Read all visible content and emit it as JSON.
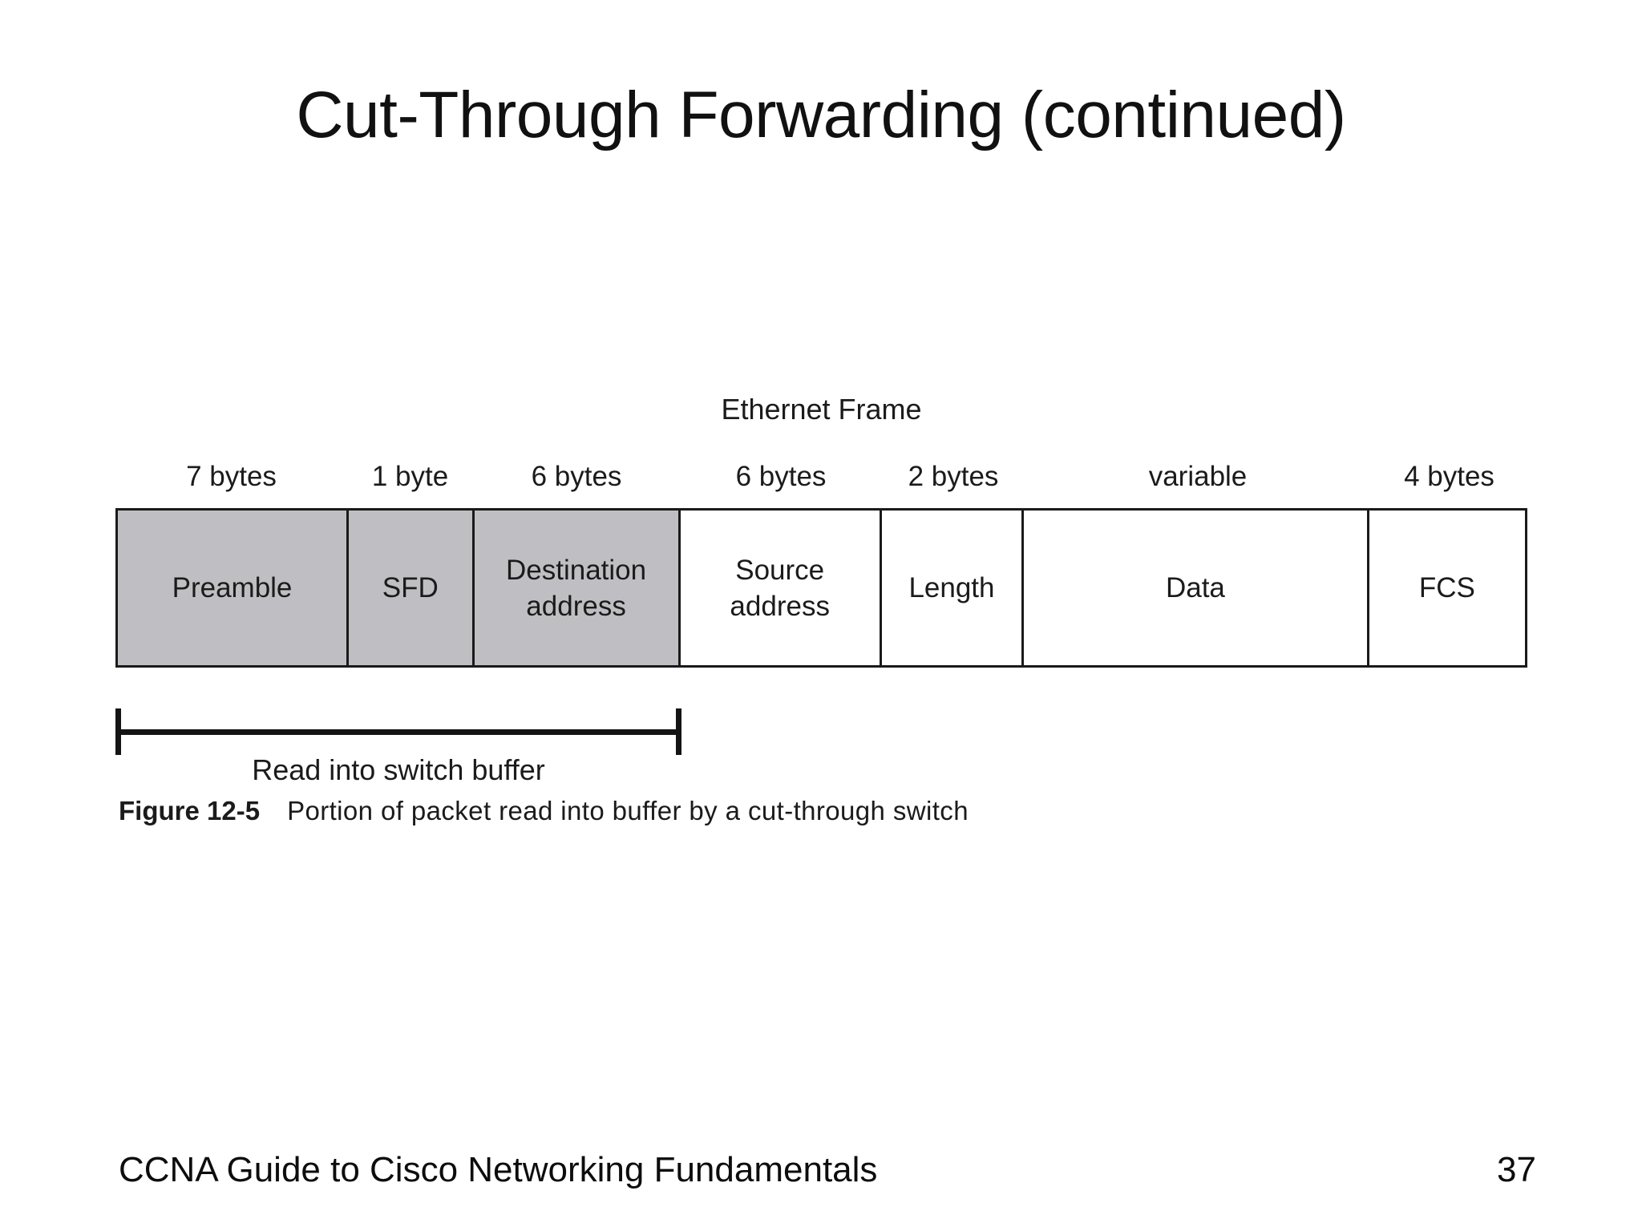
{
  "slide": {
    "title": "Cut-Through Forwarding (continued)",
    "background_color": "#ffffff",
    "text_color": "#000000"
  },
  "figure": {
    "frame_caption": "Ethernet Frame",
    "shaded_fill_color": "#bfbfc3",
    "border_color": "#1a1a1a",
    "byte_labels": [
      "7 bytes",
      "1 byte",
      "6 bytes",
      "6 bytes",
      "2 bytes",
      "variable",
      "4 bytes"
    ],
    "fields": [
      {
        "name": "Preamble",
        "size": "7 bytes",
        "shaded": true
      },
      {
        "name": "SFD",
        "size": "1 byte",
        "shaded": true
      },
      {
        "name": "Destination address",
        "size": "6 bytes",
        "shaded": true
      },
      {
        "name": "Source address",
        "size": "6 bytes",
        "shaded": false
      },
      {
        "name": "Length",
        "size": "2 bytes",
        "shaded": false
      },
      {
        "name": "Data",
        "size": "variable",
        "shaded": false
      },
      {
        "name": "FCS",
        "size": "4 bytes",
        "shaded": false
      }
    ],
    "bracket_label": "Read into switch buffer",
    "caption_number": "Figure 12-5",
    "caption_text": "Portion of packet read into buffer by a cut-through switch"
  },
  "footer": {
    "source": "CCNA Guide to Cisco Networking Fundamentals",
    "page_number": "37"
  }
}
